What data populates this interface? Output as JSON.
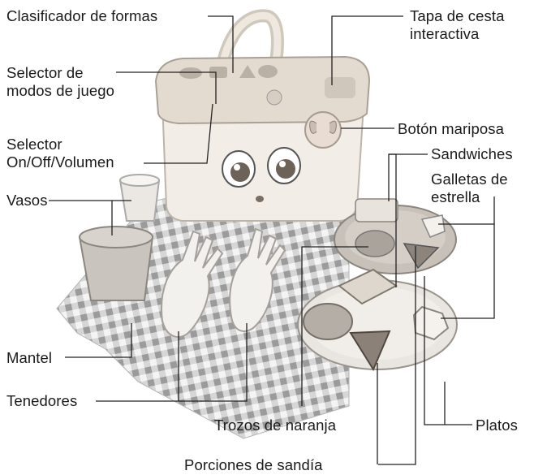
{
  "labels": {
    "clasificador": "Clasificador de formas",
    "tapa": "Tapa de cesta\ninteractiva",
    "selector_modos": "Selector de\nmodos de juego",
    "selector_onoff": "Selector\nOn/Off/Volumen",
    "boton_mariposa": "Botón mariposa",
    "sandwiches": "Sandwiches",
    "galletas": "Galletas de\nestrella",
    "vasos": "Vasos",
    "mantel": "Mantel",
    "tenedores": "Tenedores",
    "trozos_naranja": "Trozos de naranja",
    "platos": "Platos",
    "porciones_sandia": "Porciones de sandía"
  },
  "colors": {
    "basket": "#f2ede6",
    "lid": "#e9e2d8",
    "tablecloth": "#d9d9d9",
    "leader": "#222222"
  }
}
